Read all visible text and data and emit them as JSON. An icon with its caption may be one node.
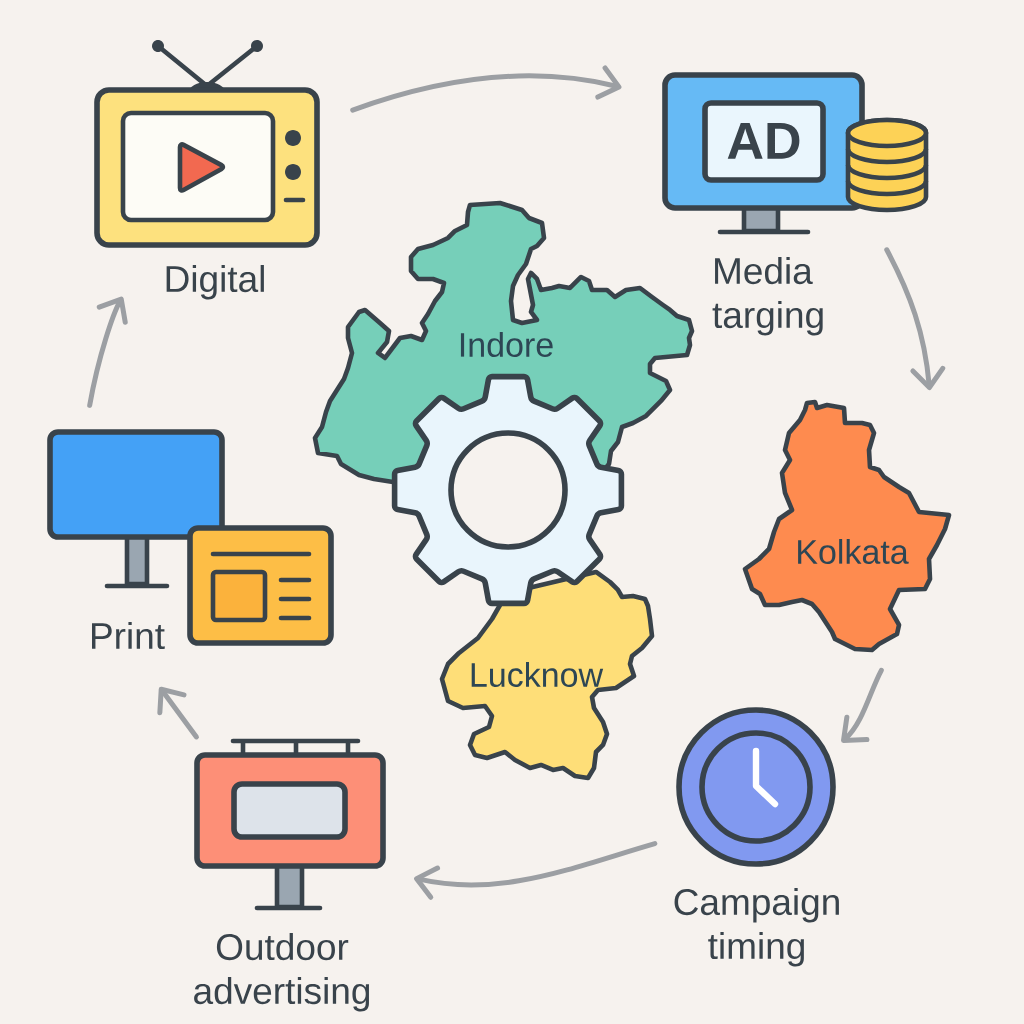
{
  "diagram": {
    "nodes": [
      {
        "text": [
          "Digital"
        ]
      },
      {
        "text": [
          "AD",
          "Media targing"
        ]
      },
      {
        "text": [
          "Kolkata"
        ]
      },
      {
        "text": [
          "Campaign timing"
        ]
      },
      {
        "text": [
          "Outdoor advertising"
        ]
      },
      {
        "text": [
          "Print"
        ]
      },
      {
        "text": [
          "Indore"
        ]
      },
      {
        "text": [
          "Lucknow"
        ]
      }
    ],
    "edges": [
      {
        "from": 0,
        "to": 1,
        "arrow": "to"
      },
      {
        "from": 1,
        "to": 2,
        "arrow": "to"
      },
      {
        "from": 2,
        "to": 3,
        "arrow": "to"
      },
      {
        "from": 3,
        "to": 4,
        "arrow": "to"
      },
      {
        "from": 4,
        "to": 5,
        "arrow": "to"
      },
      {
        "from": 5,
        "to": 0,
        "arrow": "to"
      }
    ]
  }
}
